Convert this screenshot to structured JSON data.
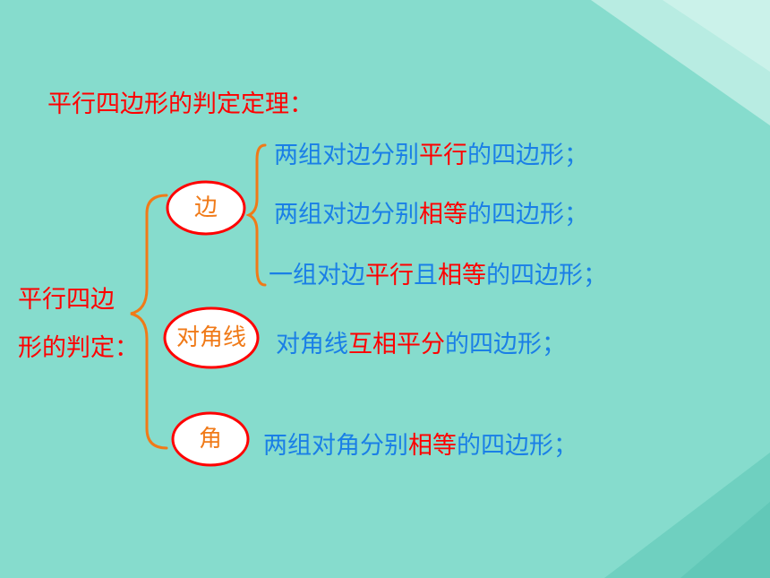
{
  "title": "平行四边形的判定定理：",
  "root": {
    "line1": "平行四边",
    "line2": "形的判定："
  },
  "categories": {
    "side": "边",
    "diagonal": "对角线",
    "angle": "角"
  },
  "theorems": {
    "t1": {
      "a": "两组对边分别",
      "b": "平行",
      "c": "的四边形；"
    },
    "t2": {
      "a": "两组对边分别",
      "b": "相等",
      "c": "的四边形；"
    },
    "t3": {
      "a": "一组对边",
      "b": "平行",
      "c": "且",
      "d": "相等",
      "e": "的四边形；"
    },
    "t4": {
      "a": "对角线",
      "b": "互相平分",
      "c": "的四边形；"
    },
    "t5": {
      "a": "两组对角分别",
      "b": "相等",
      "c": "的四边形；"
    }
  },
  "colors": {
    "background": "#86dccd",
    "title": "#ff0000",
    "theorem": "#1a7fe6",
    "emphasis": "#ff0000",
    "category": "#f07a18",
    "bracket": "#f07a18",
    "oval_border": "#ff0000"
  }
}
